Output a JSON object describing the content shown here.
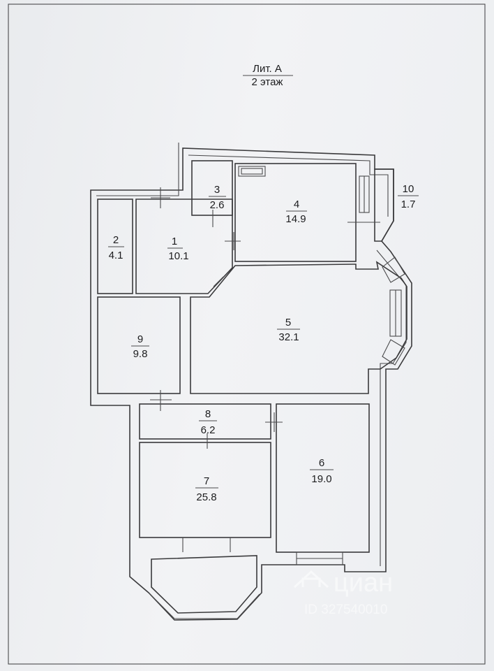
{
  "header": {
    "title": "Лит. А",
    "subtitle": "2 этаж"
  },
  "rooms": [
    {
      "id": "room-1",
      "number": "1",
      "area": "10.1"
    },
    {
      "id": "room-2",
      "number": "2",
      "area": "4.1"
    },
    {
      "id": "room-3",
      "number": "3",
      "area": "2.6"
    },
    {
      "id": "room-4",
      "number": "4",
      "area": "14.9"
    },
    {
      "id": "room-5",
      "number": "5",
      "area": "32.1"
    },
    {
      "id": "room-6",
      "number": "6",
      "area": "19.0"
    },
    {
      "id": "room-7",
      "number": "7",
      "area": "25.8"
    },
    {
      "id": "room-8",
      "number": "8",
      "area": "6.2"
    },
    {
      "id": "room-9",
      "number": "9",
      "area": "9.8"
    },
    {
      "id": "room-10",
      "number": "10",
      "area": "1.7"
    }
  ],
  "watermark": {
    "brand": "циан",
    "id_text": "ID 327540010"
  },
  "colors": {
    "paper": "#eceef1",
    "line": "#3a3a3c",
    "text": "#1c1c1e",
    "background": "#6f7276"
  }
}
